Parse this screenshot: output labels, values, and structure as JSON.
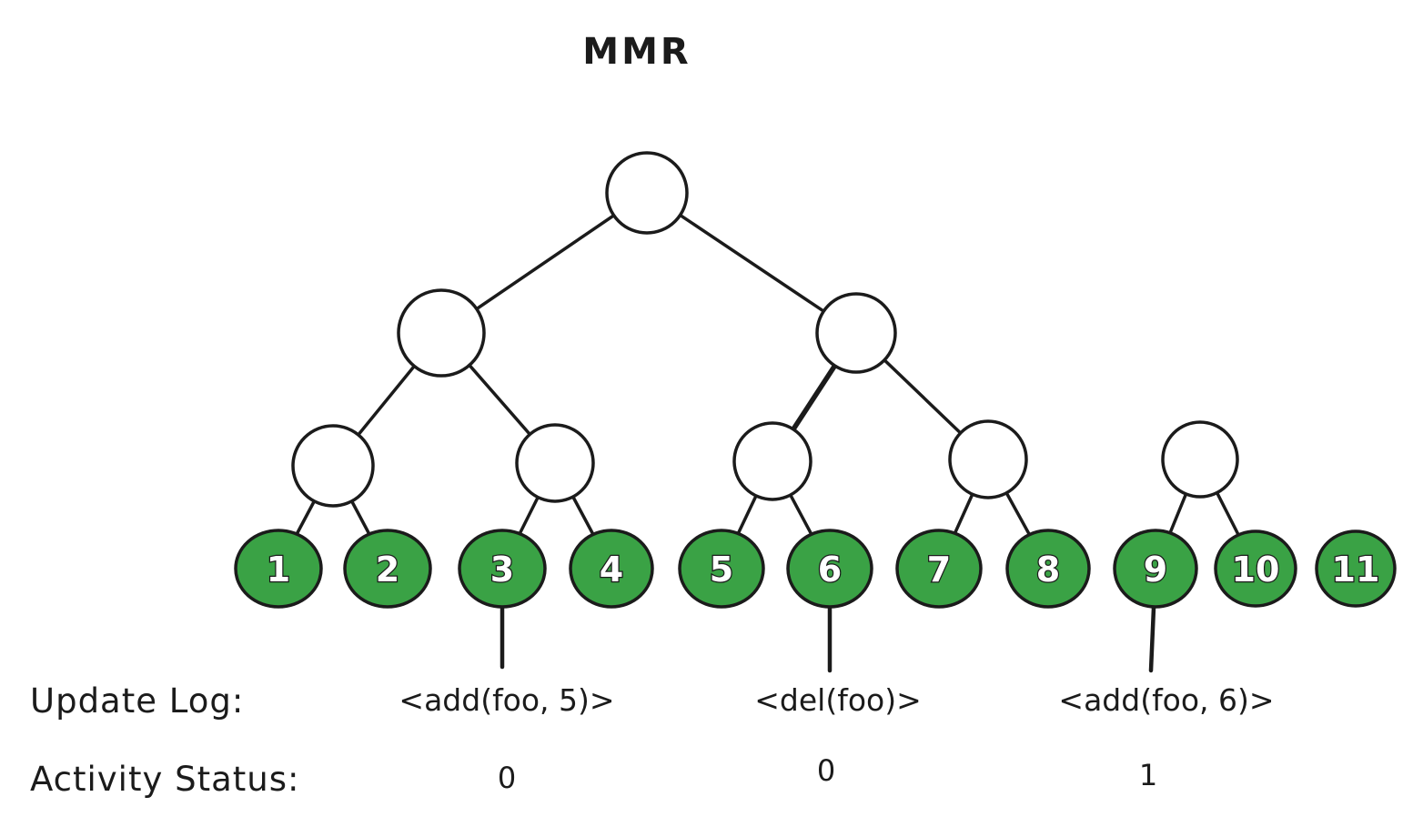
{
  "title": "MMR",
  "colors": {
    "leaf_fill": "#3aa245",
    "node_fill": "#ffffff",
    "stroke": "#1b1b1b"
  },
  "tree": {
    "leaves": [
      "1",
      "2",
      "3",
      "4",
      "5",
      "6",
      "7",
      "8",
      "9",
      "10",
      "11"
    ]
  },
  "update_log": {
    "label": "Update Log:",
    "entries": [
      "<add(foo, 5)>",
      "<del(foo)>",
      "<add(foo, 6)>"
    ]
  },
  "activity_status": {
    "label": "Activity Status:",
    "values": [
      "0",
      "0",
      "1"
    ]
  }
}
